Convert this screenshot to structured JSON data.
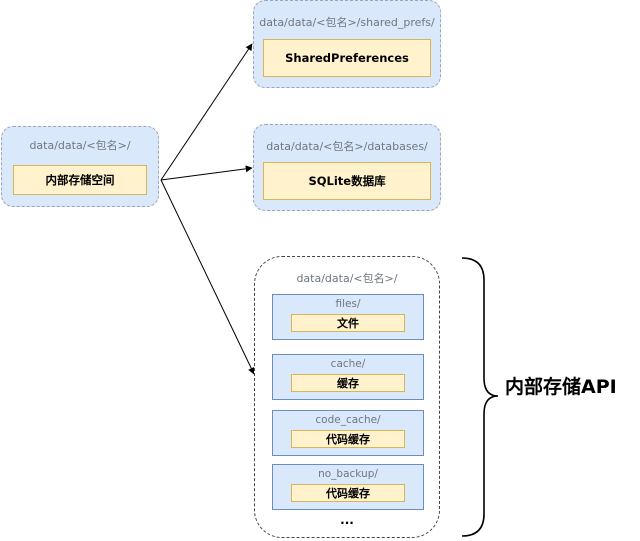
{
  "source": {
    "path": "data/data/<包名>/",
    "label": "内部存储空间"
  },
  "shared_prefs": {
    "path": "data/data/<包名>/shared_prefs/",
    "label": "SharedPreferences"
  },
  "databases": {
    "path": "data/data/<包名>/databases/",
    "label": "SQLite数据库"
  },
  "api_group": {
    "path": "data/data/<包名>/",
    "items": [
      {
        "dir": "files/",
        "label": "文件"
      },
      {
        "dir": "cache/",
        "label": "缓存"
      },
      {
        "dir": "code_cache/",
        "label": "代码缓存"
      },
      {
        "dir": "no_backup/",
        "label": "代码缓存"
      }
    ],
    "ellipsis": "...",
    "brace_label": "内部存储API"
  },
  "colors": {
    "group_fill": "#dae8fc",
    "box_fill": "#fff2cc",
    "box_border": "#d6b656",
    "arrow": "#000000"
  }
}
